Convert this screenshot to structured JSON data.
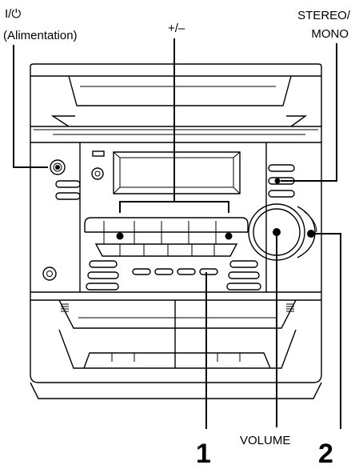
{
  "labels": {
    "power_symbol": "I/⏻",
    "power_name": "(Alimentation)",
    "plus_minus": "+/–",
    "stereo_line1": "STEREO/",
    "stereo_line2": "MONO",
    "volume": "VOLUME",
    "callout_1": "1",
    "callout_2": "2"
  }
}
